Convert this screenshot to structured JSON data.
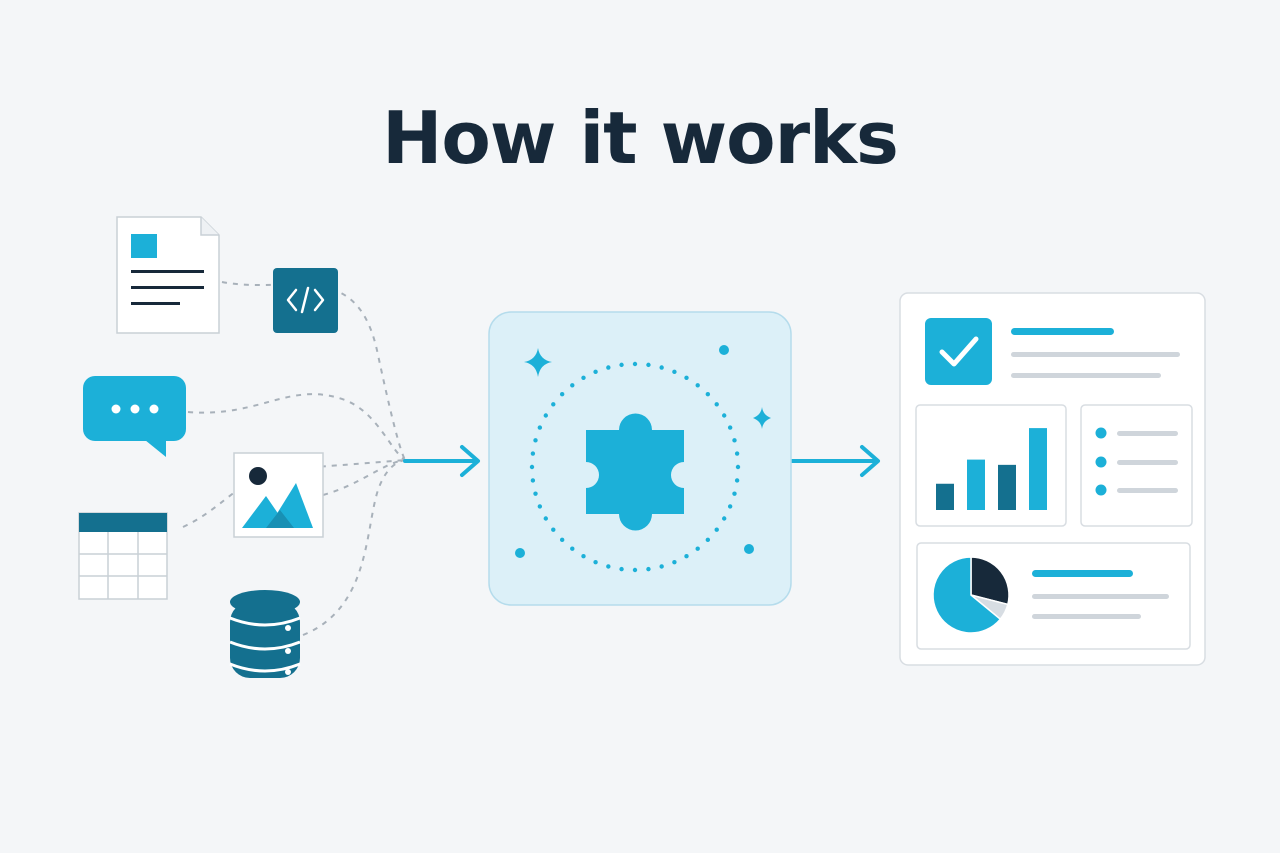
{
  "title": "How it works",
  "colors": {
    "background": "#f4f6f8",
    "title": "#17293a",
    "accent": "#1cb0d8",
    "dark_teal": "#14708f",
    "navy": "#17293a",
    "hub_fill": "#dcf0f8",
    "grey_line": "#cfd5db",
    "dash": "#a8b1ba"
  },
  "diagram": {
    "inputs": [
      {
        "name": "document",
        "icon": "document-icon"
      },
      {
        "name": "code",
        "icon": "code-icon"
      },
      {
        "name": "chat",
        "icon": "chat-bubble-icon"
      },
      {
        "name": "image",
        "icon": "image-icon"
      },
      {
        "name": "spreadsheet",
        "icon": "table-icon"
      },
      {
        "name": "database",
        "icon": "database-icon"
      }
    ],
    "hub": {
      "icon": "puzzle-piece-icon",
      "decorations": [
        "sparkle-icon",
        "dot-ring"
      ]
    },
    "output": {
      "type": "dashboard",
      "widgets": [
        "checklist-card",
        "bar-chart-card",
        "bullet-list-card",
        "pie-chart-card"
      ],
      "bar_chart_values": [
        0.25,
        0.48,
        0.43,
        0.78
      ],
      "pie_slices": [
        0.29,
        0.07,
        0.64
      ]
    }
  }
}
